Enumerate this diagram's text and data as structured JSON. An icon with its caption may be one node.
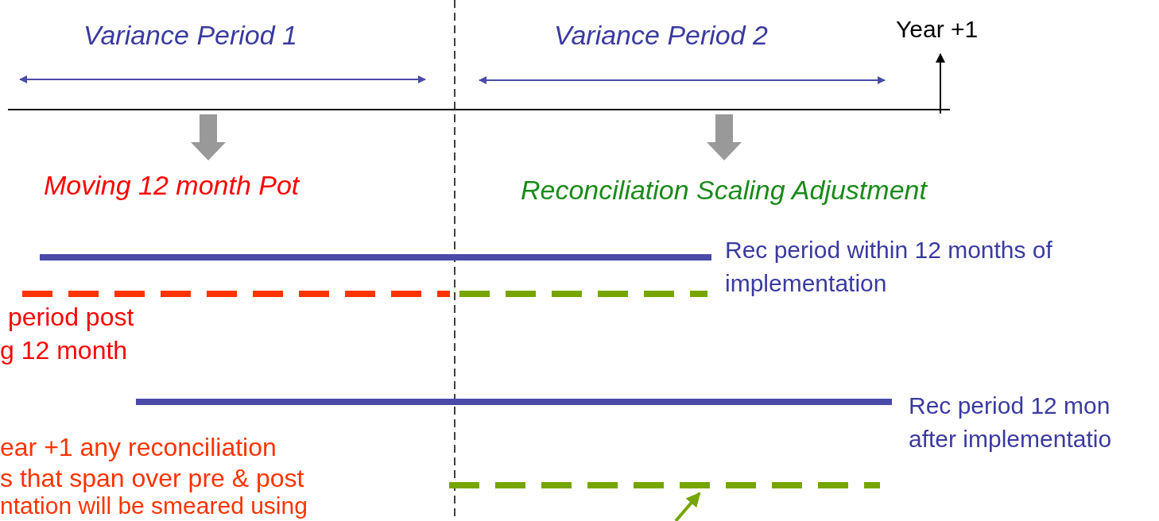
{
  "diagram": {
    "nodes": [
      {
        "text": [],
        "shape": "bar",
        "beside": [
          "Rec period within 12 months of implementation"
        ]
      },
      {
        "text": [],
        "shape": "bar"
      },
      {
        "text": [],
        "shape": "bar"
      },
      {
        "text": [],
        "shape": "bar",
        "beside": [
          "Rec period 12 mon after implementatio"
        ]
      },
      {
        "text": [],
        "shape": "bar"
      }
    ],
    "edges": [
      {
        "from": null,
        "to": 4,
        "arrow": "to",
        "color": "#76a500"
      }
    ],
    "labels": [
      "Variance Period 1",
      "Variance Period 2",
      "Year +1",
      "Moving 12 month Pot",
      "Reconciliation Scaling Adjustment",
      "period post",
      "g 12 month",
      "ear +1 any reconciliation",
      "s that span over pre & post",
      "ntation will be smeared using"
    ]
  }
}
